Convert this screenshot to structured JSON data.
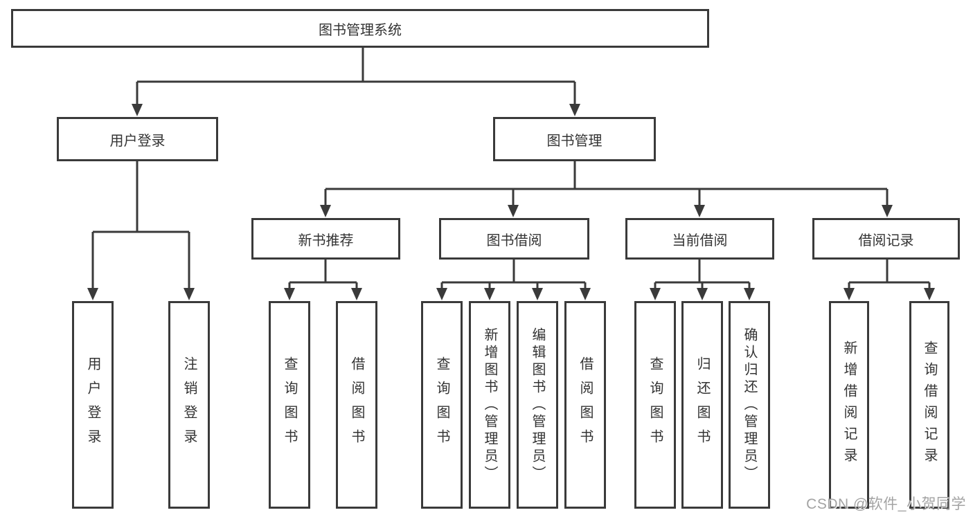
{
  "diagram_title": "图书管理系统",
  "tree": {
    "label": "图书管理系统",
    "children": [
      {
        "label": "用户登录",
        "children": [
          {
            "label": "用户登录"
          },
          {
            "label": "注销登录"
          }
        ]
      },
      {
        "label": "图书管理",
        "children": [
          {
            "label": "新书推荐",
            "children": [
              {
                "label": "查询图书"
              },
              {
                "label": "借阅图书"
              }
            ]
          },
          {
            "label": "图书借阅",
            "children": [
              {
                "label": "查询图书"
              },
              {
                "label": "新增图书（管理员）"
              },
              {
                "label": "编辑图书（管理员）"
              },
              {
                "label": "借阅图书"
              }
            ]
          },
          {
            "label": "当前借阅",
            "children": [
              {
                "label": "查询图书"
              },
              {
                "label": "归还图书"
              },
              {
                "label": "确认归还（管理员）"
              }
            ]
          },
          {
            "label": "借阅记录",
            "children": [
              {
                "label": "新增借阅记录"
              },
              {
                "label": "查询借阅记录"
              }
            ]
          }
        ]
      }
    ]
  },
  "watermark": "CSDN @软件_小贺同学",
  "colors": {
    "line": "#3a3a3a",
    "text": "#333333",
    "watermark": "#9c9c9c",
    "background": "#ffffff"
  }
}
